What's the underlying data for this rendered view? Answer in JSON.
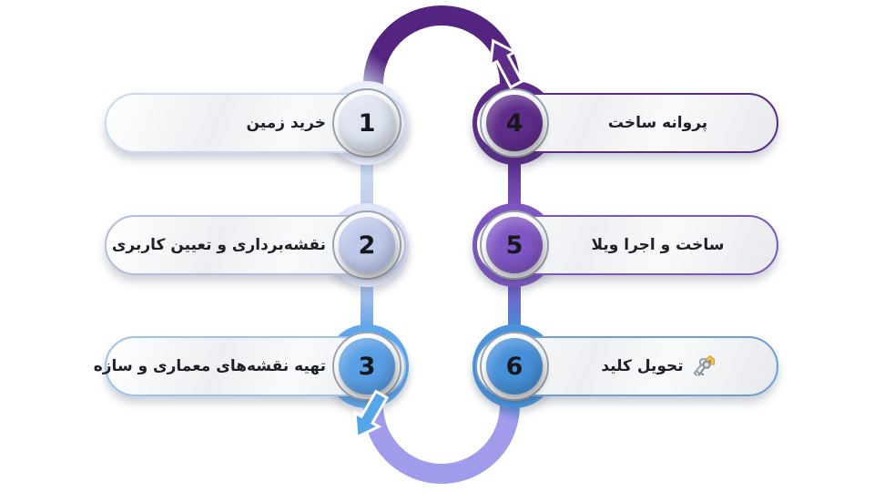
{
  "canvas": {
    "bg": "#ffffff",
    "text_color": "#1d2026"
  },
  "steps": [
    {
      "number": "1",
      "label": "خرید زمین",
      "ring": "#e9effb",
      "num_bg": "#dee5f1",
      "pill_border": "#c9d9ef"
    },
    {
      "number": "2",
      "label": "نقشه‌برداری و تعیین کاربری",
      "ring": "#dfe4f7",
      "num_bg": "#bec9ea",
      "pill_border": "#b6bedd"
    },
    {
      "number": "3",
      "label": "تهیه نقشه‌های معماری و سازه",
      "ring": "#5ea7ea",
      "num_bg": "#5a9fe5",
      "pill_border": "#9cc2ee"
    },
    {
      "number": "4",
      "label": "پروانه ساخت",
      "ring": "#5b2b87",
      "num_bg": "#5e2d8a",
      "pill_border": "#5b2b87"
    },
    {
      "number": "5",
      "label": "ساخت و اجرا ویلا",
      "ring": "#7d56c0",
      "num_bg": "#7f57c4",
      "pill_border": "#7d56c0"
    },
    {
      "number": "6",
      "label": "تحویل کلید",
      "ring": "#4a94dd",
      "num_bg": "#4690d9",
      "pill_border": "#6f9fd6",
      "icon": "keys-with-house-tag-icon"
    }
  ],
  "connectors": {
    "left_1_2": {
      "from": "#cfe0f5",
      "to": "#c0cbee"
    },
    "left_2_3": {
      "from": "#c0cbee",
      "to": "#5a9fe5"
    },
    "right_4_5": {
      "from": "#5b2b87",
      "to": "#7f57c4"
    },
    "right_5_6": {
      "from": "#7f57c4",
      "to": "#4690d9"
    }
  },
  "arcs": {
    "top": {
      "start": "#cfe0f5",
      "main": "#542580",
      "arrow": "#5e2d8a",
      "arrow_outline": "#ffffff"
    },
    "bottom": {
      "start": "#4a94dd",
      "main": "#a19bec",
      "arrow": "#55a5e9",
      "arrow_outline": "#ffffff"
    }
  }
}
